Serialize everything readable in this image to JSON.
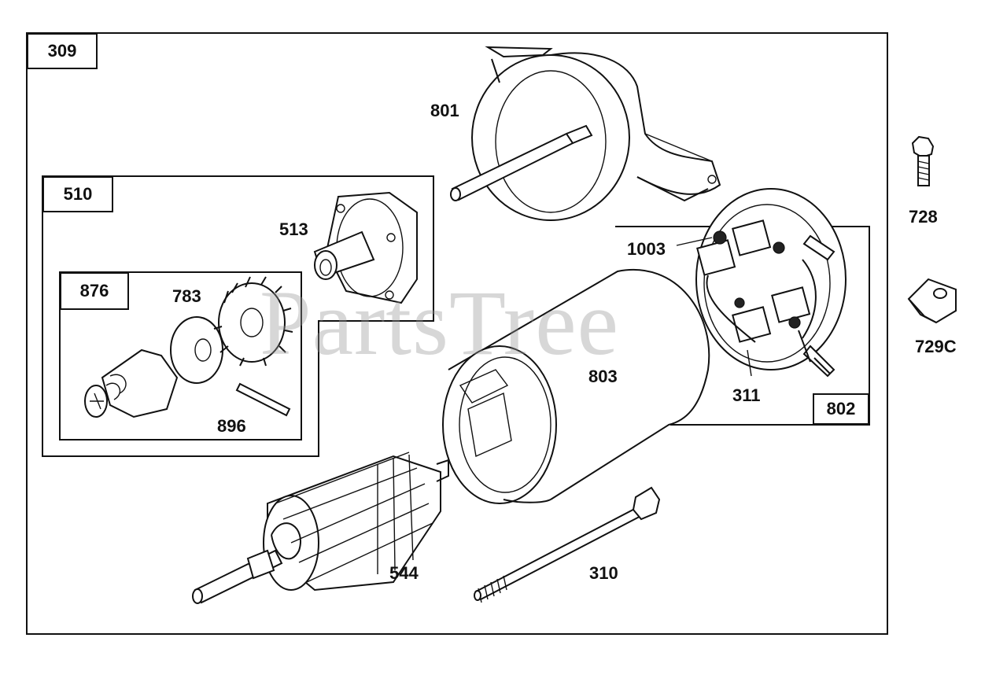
{
  "diagram": {
    "outer_group": "309",
    "groups": [
      {
        "id": "510"
      },
      {
        "id": "876"
      },
      {
        "id": "802"
      }
    ],
    "parts": [
      {
        "id": "801"
      },
      {
        "id": "513"
      },
      {
        "id": "783"
      },
      {
        "id": "896"
      },
      {
        "id": "803"
      },
      {
        "id": "1003"
      },
      {
        "id": "311"
      },
      {
        "id": "544"
      },
      {
        "id": "310"
      },
      {
        "id": "728"
      },
      {
        "id": "729C"
      }
    ],
    "watermark": "PartsTree"
  }
}
